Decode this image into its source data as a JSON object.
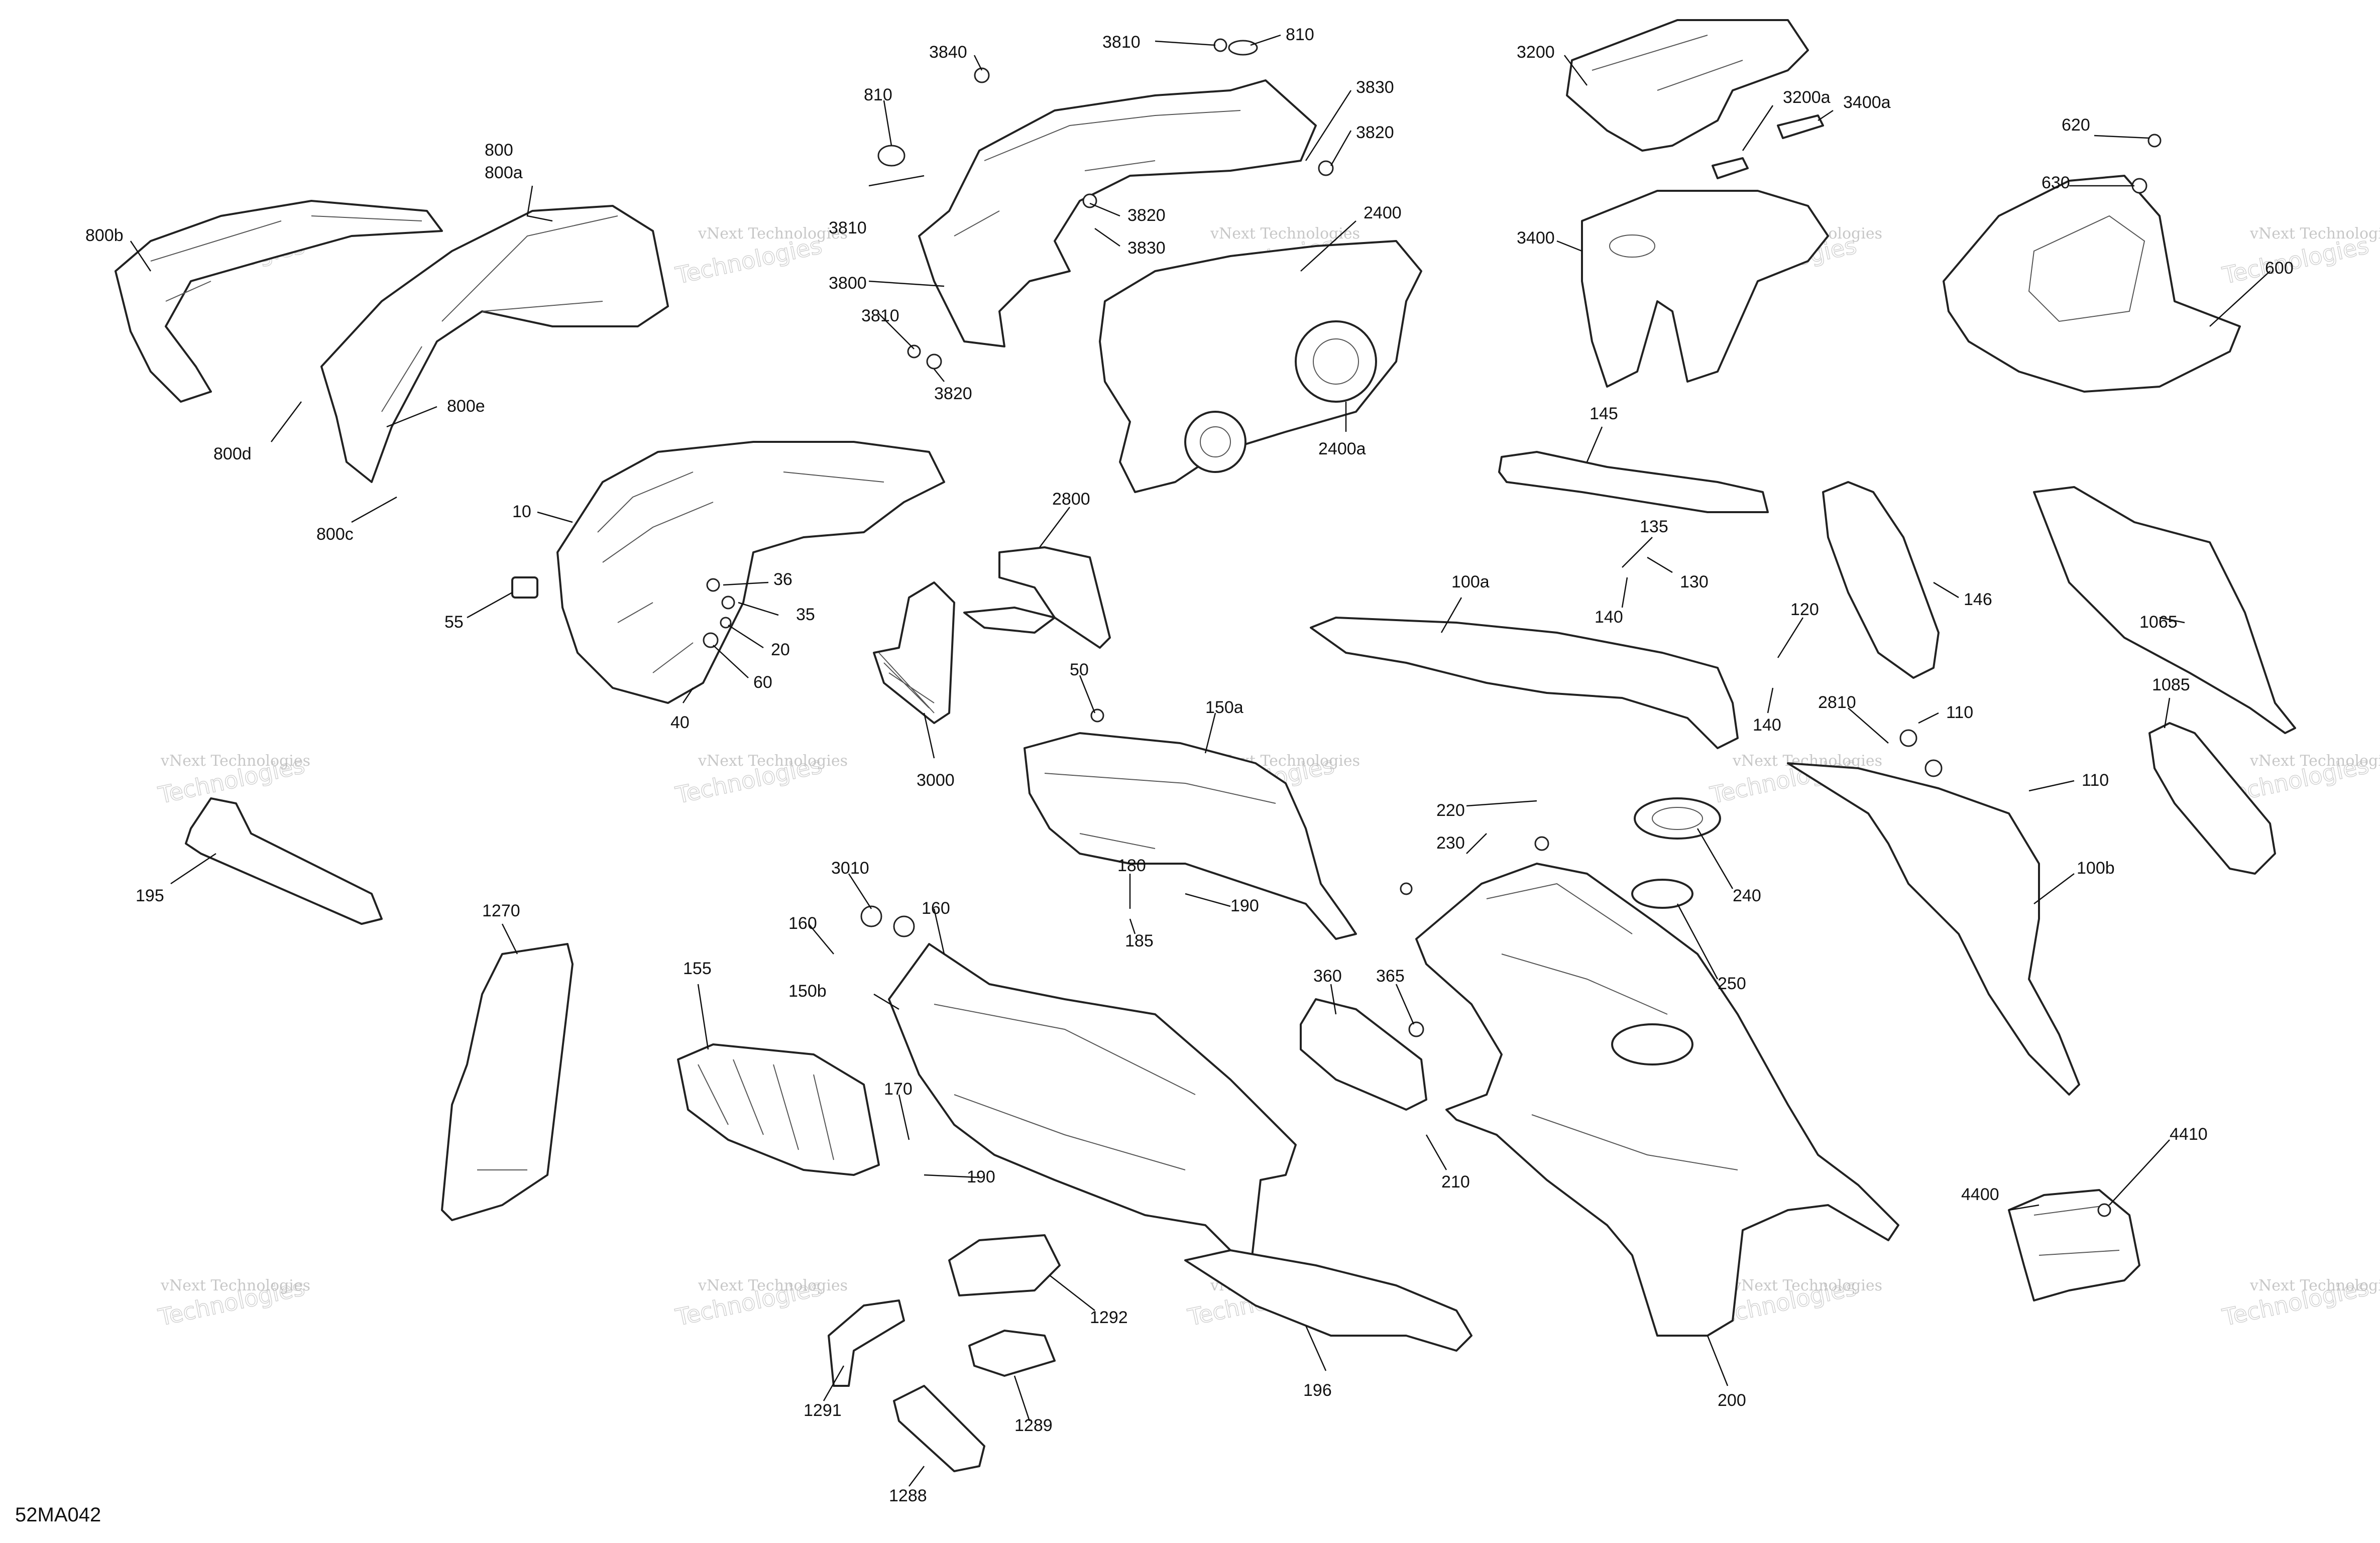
{
  "document_id": "52MA042",
  "watermark": {
    "line1": "vNext",
    "line2": "Technologies",
    "caption": "vNext Technologies"
  },
  "callouts": [
    {
      "id": "c800",
      "text": "800"
    },
    {
      "id": "c800a",
      "text": "800a"
    },
    {
      "id": "c800b",
      "text": "800b"
    },
    {
      "id": "c800c",
      "text": "800c"
    },
    {
      "id": "c800d",
      "text": "800d"
    },
    {
      "id": "c800e",
      "text": "800e"
    },
    {
      "id": "c10",
      "text": "10"
    },
    {
      "id": "c55",
      "text": "55"
    },
    {
      "id": "c36",
      "text": "36"
    },
    {
      "id": "c35",
      "text": "35"
    },
    {
      "id": "c20",
      "text": "20"
    },
    {
      "id": "c60",
      "text": "60"
    },
    {
      "id": "c40",
      "text": "40"
    },
    {
      "id": "c195",
      "text": "195"
    },
    {
      "id": "c1270",
      "text": "1270"
    },
    {
      "id": "c3840",
      "text": "3840"
    },
    {
      "id": "c3810a",
      "text": "3810"
    },
    {
      "id": "c810a",
      "text": "810"
    },
    {
      "id": "c810b",
      "text": "810"
    },
    {
      "id": "c3830a",
      "text": "3830"
    },
    {
      "id": "c3820a",
      "text": "3820"
    },
    {
      "id": "c3810b",
      "text": "3810"
    },
    {
      "id": "c3820b",
      "text": "3820"
    },
    {
      "id": "c3830b",
      "text": "3830"
    },
    {
      "id": "c3800",
      "text": "3800"
    },
    {
      "id": "c3810c",
      "text": "3810"
    },
    {
      "id": "c3820c",
      "text": "3820"
    },
    {
      "id": "c2400",
      "text": "2400"
    },
    {
      "id": "c2400a",
      "text": "2400a"
    },
    {
      "id": "c2800",
      "text": "2800"
    },
    {
      "id": "c3000",
      "text": "3000"
    },
    {
      "id": "c50",
      "text": "50"
    },
    {
      "id": "c150a",
      "text": "150a"
    },
    {
      "id": "c3010",
      "text": "3010"
    },
    {
      "id": "c160a",
      "text": "160"
    },
    {
      "id": "c160b",
      "text": "160"
    },
    {
      "id": "c150b",
      "text": "150b"
    },
    {
      "id": "c155",
      "text": "155"
    },
    {
      "id": "c170",
      "text": "170"
    },
    {
      "id": "c190a",
      "text": "190"
    },
    {
      "id": "c180",
      "text": "180"
    },
    {
      "id": "c185",
      "text": "185"
    },
    {
      "id": "c190b",
      "text": "190"
    },
    {
      "id": "c1292",
      "text": "1292"
    },
    {
      "id": "c1291",
      "text": "1291"
    },
    {
      "id": "c1289",
      "text": "1289"
    },
    {
      "id": "c1288",
      "text": "1288"
    },
    {
      "id": "c196",
      "text": "196"
    },
    {
      "id": "c360",
      "text": "360"
    },
    {
      "id": "c365",
      "text": "365"
    },
    {
      "id": "c210",
      "text": "210"
    },
    {
      "id": "c200",
      "text": "200"
    },
    {
      "id": "c220",
      "text": "220"
    },
    {
      "id": "c230",
      "text": "230"
    },
    {
      "id": "c240",
      "text": "240"
    },
    {
      "id": "c250",
      "text": "250"
    },
    {
      "id": "c3200",
      "text": "3200"
    },
    {
      "id": "c3200a",
      "text": "3200a"
    },
    {
      "id": "c3400a",
      "text": "3400a"
    },
    {
      "id": "c3400",
      "text": "3400"
    },
    {
      "id": "c145",
      "text": "145"
    },
    {
      "id": "c135",
      "text": "135"
    },
    {
      "id": "c130",
      "text": "130"
    },
    {
      "id": "c140a",
      "text": "140"
    },
    {
      "id": "c100a",
      "text": "100a"
    },
    {
      "id": "c120",
      "text": "120"
    },
    {
      "id": "c140b",
      "text": "140"
    },
    {
      "id": "c2810",
      "text": "2810"
    },
    {
      "id": "c110a",
      "text": "110"
    },
    {
      "id": "c110b",
      "text": "110"
    },
    {
      "id": "c100b",
      "text": "100b"
    },
    {
      "id": "c620",
      "text": "620"
    },
    {
      "id": "c630",
      "text": "630"
    },
    {
      "id": "c600",
      "text": "600"
    },
    {
      "id": "c146",
      "text": "146"
    },
    {
      "id": "c1065",
      "text": "1065"
    },
    {
      "id": "c1085",
      "text": "1085"
    },
    {
      "id": "c4410",
      "text": "4410"
    },
    {
      "id": "c4400",
      "text": "4400"
    }
  ]
}
